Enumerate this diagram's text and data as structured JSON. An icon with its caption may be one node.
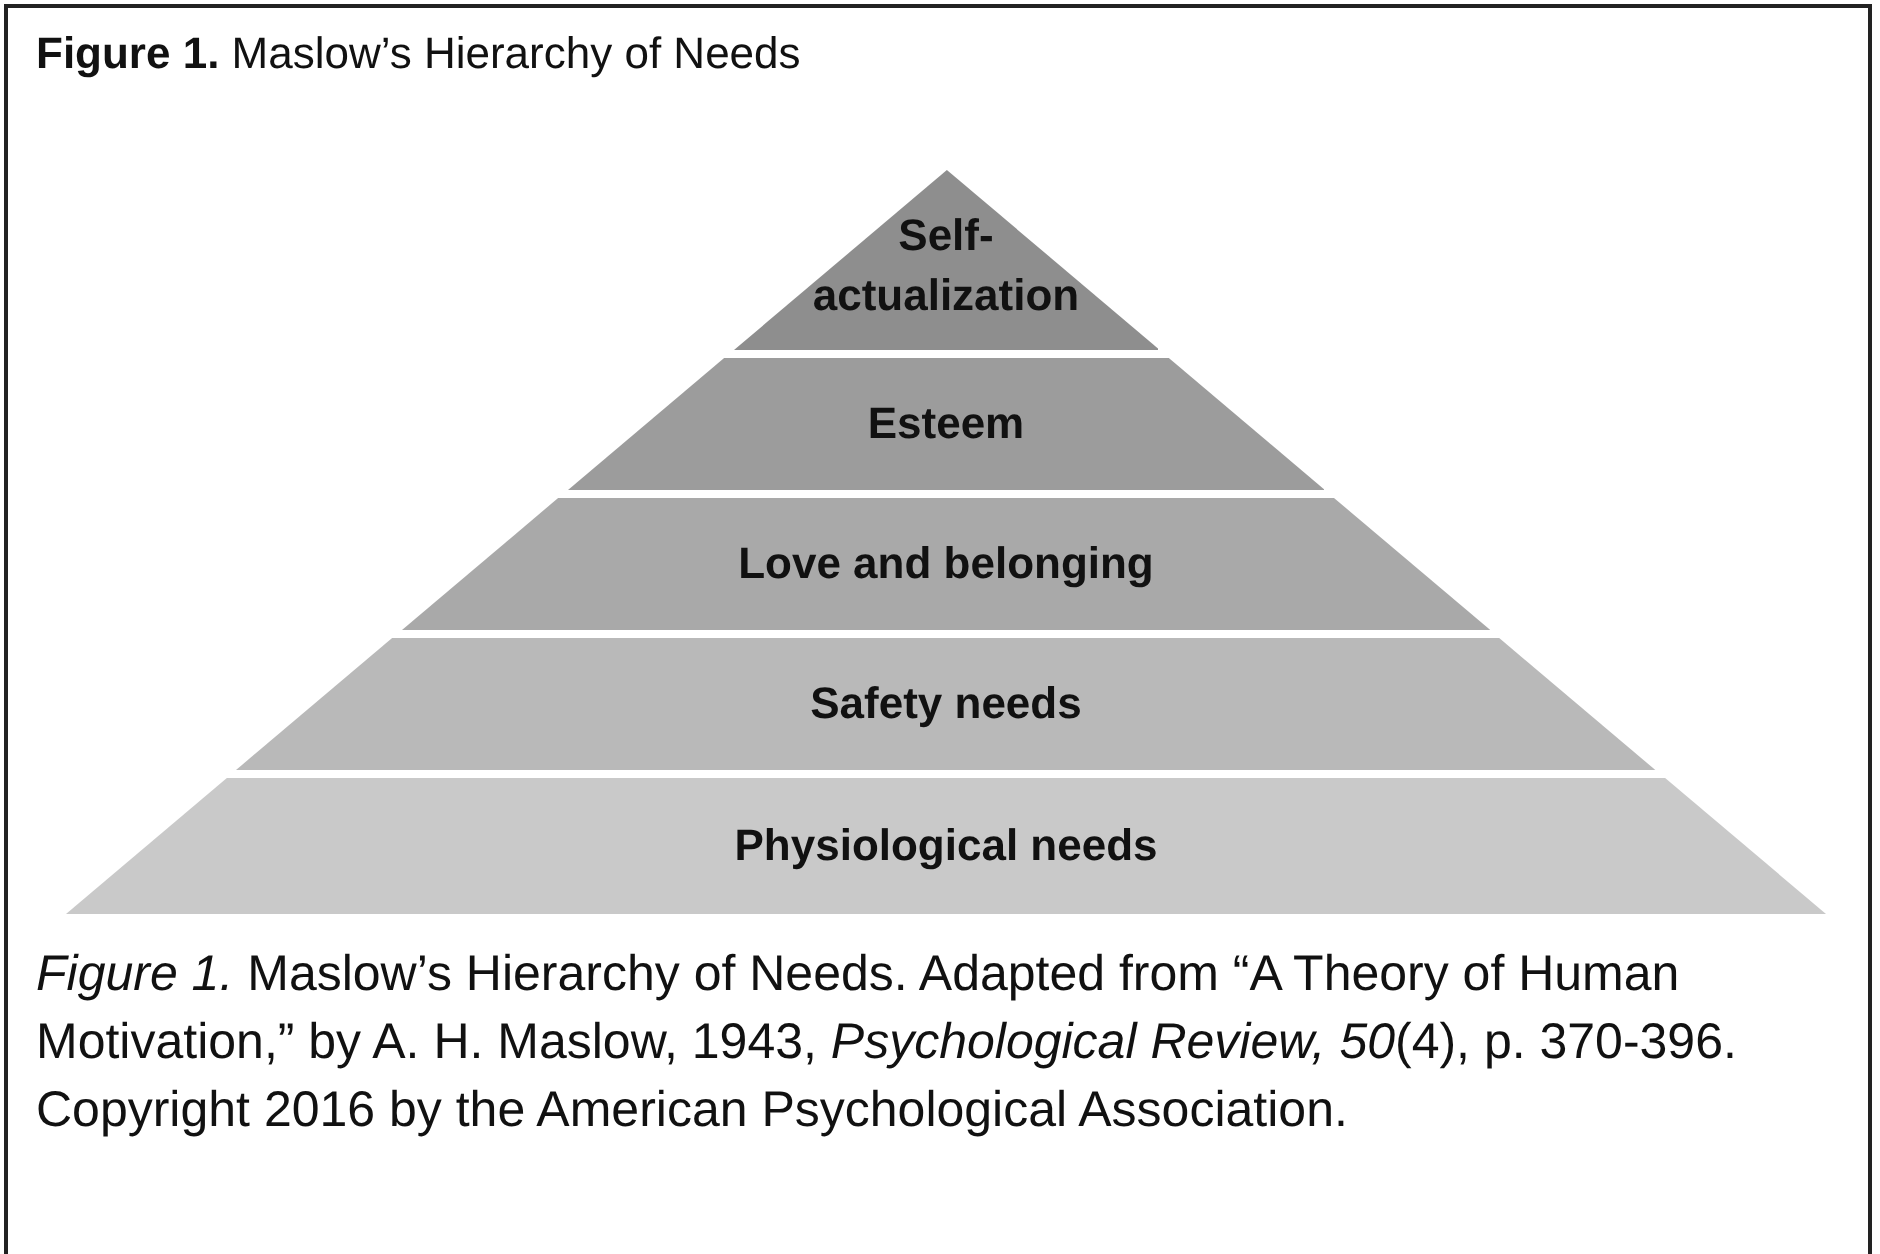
{
  "diagram": {
    "title": "**Figure 1.** Maslow’s Hierarchy of Needs",
    "nodes": [
      {
        "text": [
          "Self-actualization"
        ]
      },
      {
        "text": [
          "Esteem"
        ]
      },
      {
        "text": [
          "Love and belonging"
        ]
      },
      {
        "text": [
          "Safety needs"
        ]
      },
      {
        "text": [
          "Physiological needs"
        ]
      }
    ],
    "edges": [],
    "caption": "*Figure 1.* Maslow’s Hierarchy of Needs. Adapted from “A Theory of Human Motivation,” by A. H. Maslow, 1943, *Psychological Review, 50*(4), p. 370-396. Copyright 2016 by the American Psychological Association."
  }
}
